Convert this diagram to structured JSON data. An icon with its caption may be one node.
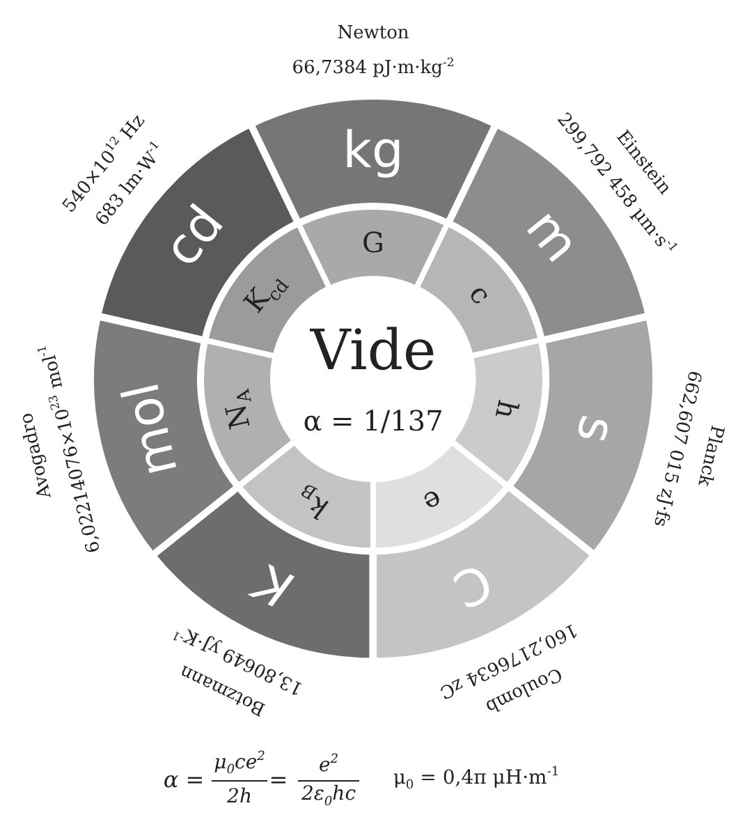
{
  "diagram": {
    "nodes": [
      {
        "text": [
          "Vide",
          "α = 1/137"
        ]
      },
      {
        "text": [
          "G"
        ]
      },
      {
        "text": [
          "c"
        ]
      },
      {
        "text": [
          "h"
        ]
      },
      {
        "text": [
          "e"
        ]
      },
      {
        "text": [
          "k$_{B}$"
        ]
      },
      {
        "text": [
          "N$_{A}$"
        ]
      },
      {
        "text": [
          "K$_{cd}$"
        ]
      },
      {
        "text": [
          "kg"
        ],
        "beside": [
          "Newton",
          "66,7384 pJ·m·kg$^{-2}$"
        ]
      },
      {
        "text": [
          "m"
        ],
        "beside": [
          "Einstein",
          "299,792 458 µm·s$^{-1}$"
        ]
      },
      {
        "text": [
          "s"
        ],
        "beside": [
          "Planck",
          "662,607 015 zJ·fs"
        ]
      },
      {
        "text": [
          "C"
        ],
        "beside": [
          "Coulomb",
          "160,2176634 zC"
        ]
      },
      {
        "text": [
          "K"
        ],
        "beside": [
          "Botzmann",
          "13,80649 yJ·K$^{-1}$"
        ]
      },
      {
        "text": [
          "mol"
        ],
        "beside": [
          "Avogadro",
          "6,02214076×10$^{23}$ mol$^{-1}$"
        ]
      },
      {
        "text": [
          "cd"
        ],
        "beside": [
          "540×10$^{12}$ Hz",
          "683 lm·W$^{-1}$"
        ]
      }
    ],
    "edges": [],
    "labels": [
      "α =",
      "μ$_{0}$ce$^{2}$",
      "2h",
      "=",
      "e$^{2}$",
      "2ε$_{0}$hc",
      "μ$_{0}$ = 0,4π μH·m$^{-1}$"
    ]
  }
}
